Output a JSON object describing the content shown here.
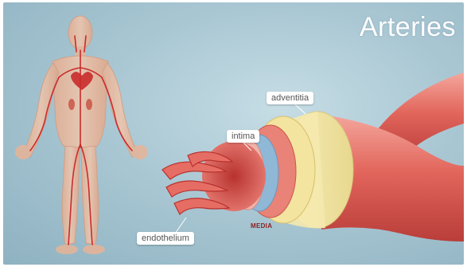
{
  "image": {
    "title": "Arteries",
    "labels": {
      "adventitia": "adventitia",
      "intima": "intima",
      "endothelium": "endothelium",
      "media": "MEDIA"
    }
  },
  "colors": {
    "background_center": "#c6dde5",
    "background_edge": "#8fb2c1",
    "adventitia_yellow": "#f2e6a8",
    "intima_blue": "#8fb7d6",
    "artery_red": "#d4504a",
    "artery_pink": "#ea8f86",
    "body_skin": "#e9b79a"
  }
}
